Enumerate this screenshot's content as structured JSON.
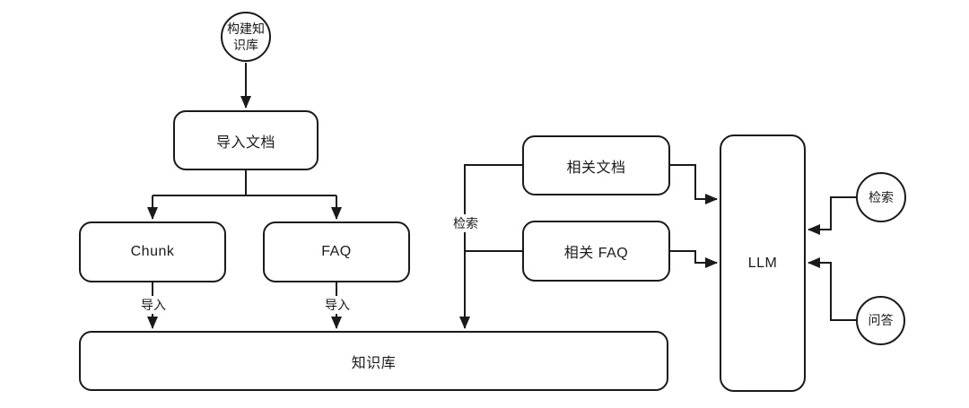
{
  "diagram": {
    "type": "flowchart",
    "colors": {
      "background": "#ffffff",
      "stroke": "#1a1a1a",
      "node_fill": "#ffffff"
    },
    "nodes": {
      "build_kb": "构建知识库",
      "import_doc": "导入文档",
      "chunk": "Chunk",
      "faq": "FAQ",
      "knowledge_base": "知识库",
      "related_doc": "相关文档",
      "related_faq": "相关 FAQ",
      "llm": "LLM",
      "retrieve": "检索",
      "qa": "问答"
    },
    "edge_labels": {
      "import_chunk": "导入",
      "import_faq": "导入",
      "retrieve": "检索"
    },
    "edges": [
      {
        "from": "构建知识库",
        "to": "导入文档",
        "label": ""
      },
      {
        "from": "导入文档",
        "to": "Chunk",
        "label": ""
      },
      {
        "from": "导入文档",
        "to": "FAQ",
        "label": ""
      },
      {
        "from": "Chunk",
        "to": "知识库",
        "label": "导入"
      },
      {
        "from": "FAQ",
        "to": "知识库",
        "label": "导入"
      },
      {
        "from": "相关文档/相关 FAQ 分支",
        "to": "知识库",
        "label": "检索"
      },
      {
        "from": "相关文档",
        "to": "LLM",
        "label": ""
      },
      {
        "from": "相关 FAQ",
        "to": "LLM",
        "label": ""
      },
      {
        "from": "检索",
        "to": "LLM",
        "label": ""
      },
      {
        "from": "问答",
        "to": "LLM",
        "label": ""
      }
    ]
  }
}
